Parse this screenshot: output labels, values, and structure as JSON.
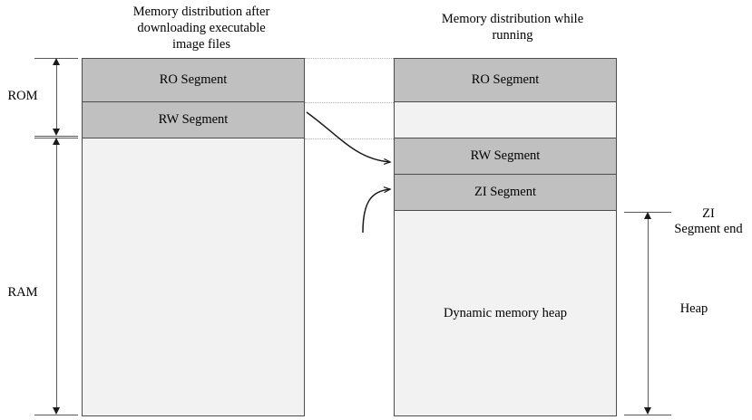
{
  "titles": {
    "left": "Memory distribution after\ndownloading executable\nimage files",
    "right": "Memory distribution while\nrunning"
  },
  "left_column": {
    "segments": [
      {
        "label": "RO Segment",
        "fill": "gray"
      },
      {
        "label": "RW Segment",
        "fill": "gray"
      },
      {
        "label": "",
        "fill": "light"
      }
    ]
  },
  "right_column": {
    "segments": [
      {
        "label": "RO Segment",
        "fill": "gray"
      },
      {
        "label": "",
        "fill": "light"
      },
      {
        "label": "RW Segment",
        "fill": "gray"
      },
      {
        "label": "ZI Segment",
        "fill": "gray"
      },
      {
        "label": "Dynamic memory heap",
        "fill": "light"
      }
    ]
  },
  "brackets": {
    "rom": "ROM",
    "ram": "RAM",
    "zi_segment_end": "ZI\nSegment end",
    "heap": "Heap"
  },
  "colors": {
    "segment_fill": "#c0c0c0",
    "empty_fill": "#f2f2f2",
    "segment_border": "#4d4d4d",
    "bracket": "#595959",
    "guide": "#b3b3b3"
  }
}
